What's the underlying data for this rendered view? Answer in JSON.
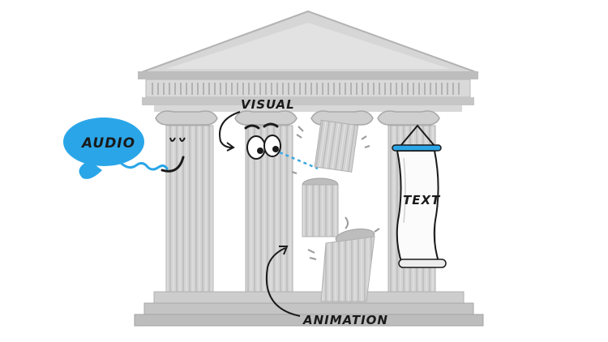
{
  "labels": {
    "audio": "AUDIO",
    "visual": "VISUAL",
    "text": "TEXT",
    "animation": "ANIMATION"
  },
  "colors": {
    "stone": "#cfcfcf",
    "stone_dark": "#a9a9a9",
    "ink": "#1a1a1a",
    "audio_bubble": "#2aa6e8",
    "scroll_rod": "#2aa6e8",
    "gaze": "#3aa7e0"
  },
  "icons": {
    "temple": "greek-temple-illustration",
    "audio": "speech-bubble-icon",
    "visual": "eyes-icon",
    "text": "scroll-icon",
    "animation": "falling-column-icon"
  }
}
